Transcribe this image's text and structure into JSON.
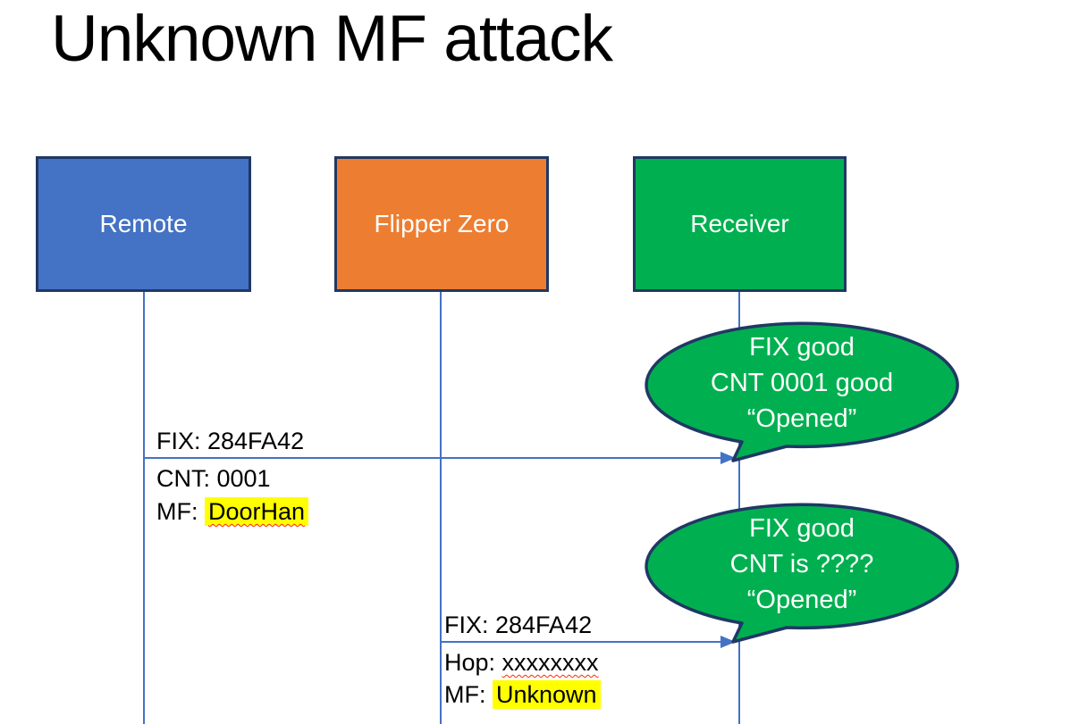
{
  "title": "Unknown MF attack",
  "actors": [
    {
      "id": "remote",
      "label": "Remote",
      "color": "#4472C4"
    },
    {
      "id": "flipper-zero",
      "label": "Flipper Zero",
      "color": "#ED7D31"
    },
    {
      "id": "receiver",
      "label": "Receiver",
      "color": "#00B050"
    }
  ],
  "messages": [
    {
      "from": "Remote",
      "to": "Receiver",
      "above": "FIX: 284FA42",
      "below": [
        {
          "prefix": "CNT: ",
          "value": "0001",
          "highlight": false,
          "misspell_underline": false
        },
        {
          "prefix": "MF: ",
          "value": "DoorHan",
          "highlight": true,
          "misspell_underline": true
        }
      ]
    },
    {
      "from": "Flipper Zero",
      "to": "Receiver",
      "above": "FIX: 284FA42",
      "below": [
        {
          "prefix": "Hop: ",
          "value": "xxxxxxxx",
          "highlight": false,
          "misspell_underline": true
        },
        {
          "prefix": "MF: ",
          "value": "Unknown",
          "highlight": true,
          "misspell_underline": false
        }
      ]
    }
  ],
  "callouts": [
    {
      "speaker": "Receiver",
      "lines": [
        "FIX good",
        "CNT 0001 good",
        "“Opened”"
      ]
    },
    {
      "speaker": "Receiver",
      "lines": [
        "FIX good",
        "CNT is ????",
        "“Opened”"
      ]
    }
  ],
  "colors": {
    "blue": "#4472C4",
    "orange": "#ED7D31",
    "green": "#00B050",
    "navy": "#203864",
    "line": "#4472C4",
    "highlight": "#FFFF00",
    "squiggle": "#FF2A00"
  }
}
